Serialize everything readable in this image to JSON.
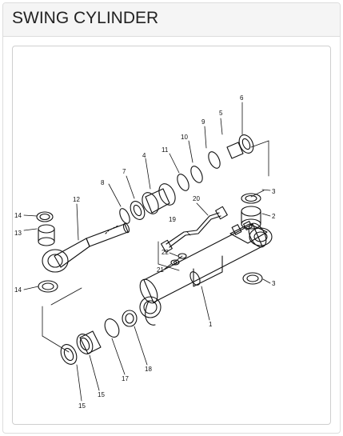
{
  "panel": {
    "title": "SWING CYLINDER"
  },
  "diagram": {
    "callouts": {
      "c1": "1",
      "c2": "2",
      "c3a": "3",
      "c3b": "3",
      "c4": "4",
      "c5": "5",
      "c6": "6",
      "c7": "7",
      "c8": "8",
      "c9": "9",
      "c10": "10",
      "c11": "11",
      "c12": "12",
      "c13": "13",
      "c14a": "14",
      "c14b": "14",
      "c15a": "15",
      "c15b": "15",
      "c17": "17",
      "c18": "18",
      "c19": "19",
      "c20": "20",
      "c21": "21",
      "c22": "22"
    }
  }
}
